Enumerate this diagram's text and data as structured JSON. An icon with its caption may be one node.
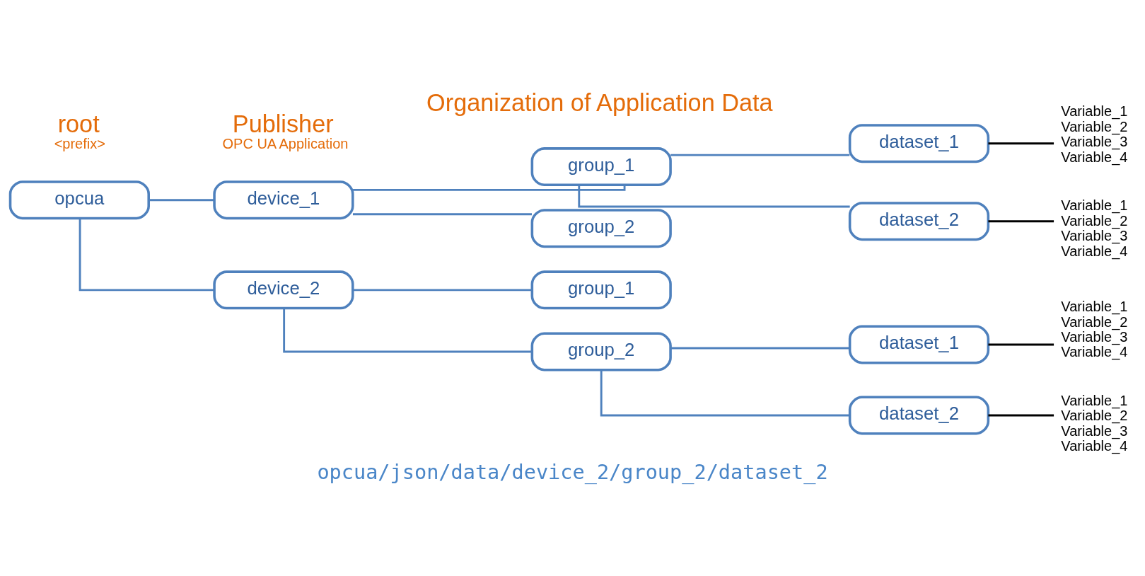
{
  "diagram": {
    "nodes": [
      {
        "text": [
          "opcua"
        ]
      },
      {
        "text": [
          "device_1"
        ]
      },
      {
        "text": [
          "device_2"
        ]
      },
      {
        "text": [
          "group_1"
        ]
      },
      {
        "text": [
          "group_2"
        ]
      },
      {
        "text": [
          "group_1"
        ]
      },
      {
        "text": [
          "group_2"
        ]
      },
      {
        "text": [
          "dataset_1"
        ]
      },
      {
        "text": [
          "dataset_2"
        ]
      },
      {
        "text": [
          "dataset_1"
        ]
      },
      {
        "text": [
          "dataset_2"
        ]
      },
      {
        "text": [
          "Variable_1",
          "Variable_2",
          "Variable_3",
          "Variable_4"
        ]
      },
      {
        "text": [
          "Variable_1",
          "Variable_2",
          "Variable_3",
          "Variable_4"
        ]
      },
      {
        "text": [
          "Variable_1",
          "Variable_2",
          "Variable_3",
          "Variable_4"
        ]
      },
      {
        "text": [
          "Variable_1",
          "Variable_2",
          "Variable_3",
          "Variable_4"
        ]
      }
    ],
    "edges": [
      {
        "from": 0,
        "to": 1,
        "arrow": "none"
      },
      {
        "from": 0,
        "to": 2,
        "arrow": "none"
      },
      {
        "from": 1,
        "to": 3,
        "arrow": "none"
      },
      {
        "from": 1,
        "to": 4,
        "arrow": "none"
      },
      {
        "from": 2,
        "to": 5,
        "arrow": "none"
      },
      {
        "from": 2,
        "to": 6,
        "arrow": "none"
      },
      {
        "from": 3,
        "to": 7,
        "arrow": "none"
      },
      {
        "from": 3,
        "to": 8,
        "arrow": "none"
      },
      {
        "from": 6,
        "to": 9,
        "arrow": "none"
      },
      {
        "from": 6,
        "to": 10,
        "arrow": "none"
      },
      {
        "from": 7,
        "to": 11,
        "arrow": "none",
        "color": "#000000"
      },
      {
        "from": 8,
        "to": 12,
        "arrow": "none",
        "color": "#000000"
      },
      {
        "from": 9,
        "to": 13,
        "arrow": "none",
        "color": "#000000"
      },
      {
        "from": 10,
        "to": 14,
        "arrow": "none",
        "color": "#000000"
      }
    ],
    "labels": [
      "root",
      "<prefix>",
      "Publisher",
      "OPC UA Application",
      "Organization of Application Data",
      "opcua/json/data/device_2/group_2/dataset_2"
    ]
  }
}
